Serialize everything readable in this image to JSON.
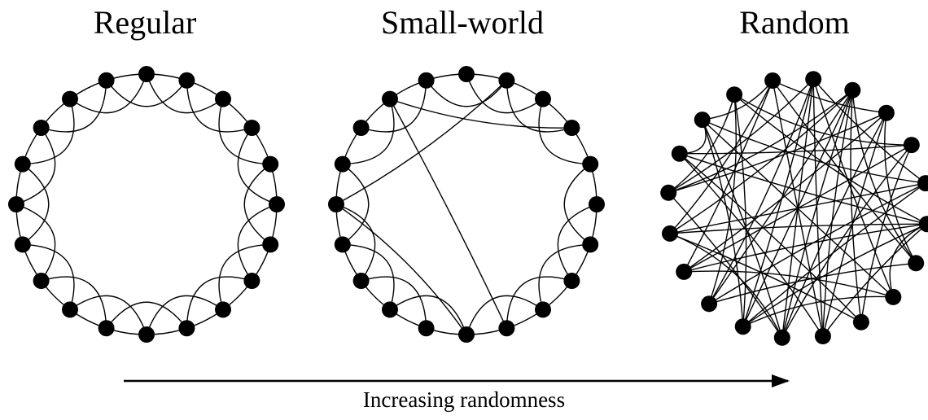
{
  "panels": [
    {
      "id": "regular",
      "title": "Regular",
      "node_count": 20,
      "neighbor_links": [
        1,
        2
      ],
      "extra_edges": []
    },
    {
      "id": "small-world",
      "title": "Small-world",
      "node_count": 20,
      "neighbor_links": [
        1,
        2
      ],
      "rewired_edges": [
        [
          18,
          3
        ],
        [
          15,
          1
        ],
        [
          10,
          15
        ],
        [
          18,
          9
        ]
      ],
      "removed_edges": [
        [
          18,
          0
        ],
        [
          15,
          17
        ],
        [
          9,
          11
        ],
        [
          3,
          5
        ]
      ]
    },
    {
      "id": "random",
      "title": "Random",
      "node_count": 20,
      "neighbor_links": [],
      "edges": [
        [
          0,
          7
        ],
        [
          0,
          9
        ],
        [
          0,
          10
        ],
        [
          0,
          11
        ],
        [
          0,
          12
        ],
        [
          0,
          4
        ],
        [
          0,
          15
        ],
        [
          1,
          8
        ],
        [
          1,
          9
        ],
        [
          1,
          10
        ],
        [
          1,
          11
        ],
        [
          1,
          12
        ],
        [
          1,
          14
        ],
        [
          1,
          15
        ],
        [
          1,
          6
        ],
        [
          2,
          9
        ],
        [
          2,
          15
        ],
        [
          2,
          10
        ],
        [
          2,
          6
        ],
        [
          2,
          13
        ],
        [
          3,
          16
        ],
        [
          3,
          8
        ],
        [
          3,
          10
        ],
        [
          3,
          13
        ],
        [
          4,
          17
        ],
        [
          4,
          11
        ],
        [
          4,
          12
        ],
        [
          4,
          14
        ],
        [
          5,
          18
        ],
        [
          5,
          7
        ],
        [
          5,
          9
        ],
        [
          5,
          11
        ],
        [
          5,
          13
        ],
        [
          5,
          14
        ],
        [
          5,
          16
        ],
        [
          6,
          19
        ],
        [
          6,
          12
        ],
        [
          7,
          11
        ],
        [
          7,
          13
        ],
        [
          7,
          17
        ],
        [
          8,
          14
        ],
        [
          8,
          16
        ],
        [
          9,
          16
        ],
        [
          9,
          19
        ],
        [
          10,
          14
        ],
        [
          10,
          15
        ],
        [
          10,
          17
        ],
        [
          11,
          17
        ],
        [
          11,
          18
        ],
        [
          12,
          18
        ],
        [
          13,
          19
        ],
        [
          14,
          19
        ],
        [
          15,
          18
        ],
        [
          16,
          17
        ],
        [
          3,
          18
        ],
        [
          2,
          19
        ],
        [
          17,
          19
        ]
      ]
    }
  ],
  "axis": {
    "label": "Increasing randomness",
    "direction": "left-to-right"
  },
  "colors": {
    "node": "#000000",
    "edge": "#000000",
    "background": "#ffffff"
  }
}
